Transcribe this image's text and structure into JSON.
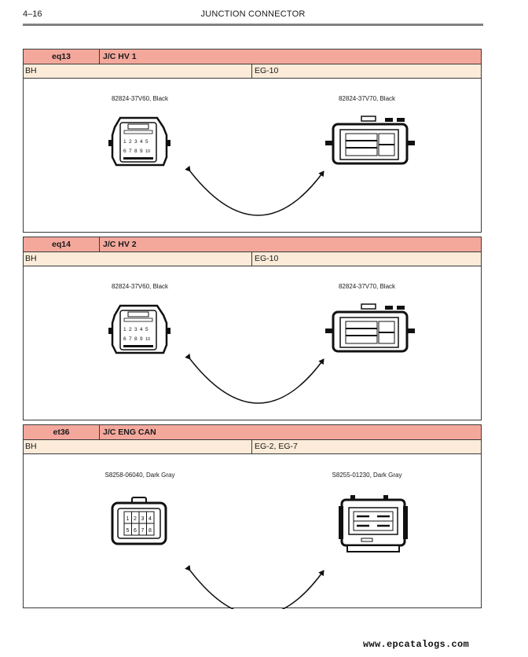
{
  "header": {
    "page_number": "4–16",
    "title": "JUNCTION CONNECTOR"
  },
  "sections": [
    {
      "code": "eq13",
      "name": "J/C HV 1",
      "location_left": "BH",
      "location_right": "EG-10",
      "left_part": "82824-37V60, Black",
      "right_part": "82824-37V70, Black",
      "left_pins": [
        "1",
        "2",
        "3",
        "4",
        "5",
        "6",
        "7",
        "8",
        "9",
        "10"
      ]
    },
    {
      "code": "eq14",
      "name": "J/C HV 2",
      "location_left": "BH",
      "location_right": "EG-10",
      "left_part": "82824-37V60, Black",
      "right_part": "82824-37V70, Black",
      "left_pins": [
        "1",
        "2",
        "3",
        "4",
        "5",
        "6",
        "7",
        "8",
        "9",
        "10"
      ]
    },
    {
      "code": "et36",
      "name": "J/C ENG CAN",
      "location_left": "BH",
      "location_right": "EG-2, EG-7",
      "left_part": "S8258-06040, Dark Gray",
      "right_part": "S8255-01230, Dark Gray",
      "left_pins": [
        "1",
        "2",
        "3",
        "4",
        "5",
        "6",
        "7",
        "8"
      ]
    }
  ],
  "footer": {
    "watermark": "www.epcatalogs.com"
  },
  "icons": [
    "connector-hv-female-icon",
    "connector-hv-male-icon",
    "connector-can-female-icon",
    "connector-can-male-icon",
    "double-arrow-icon"
  ]
}
